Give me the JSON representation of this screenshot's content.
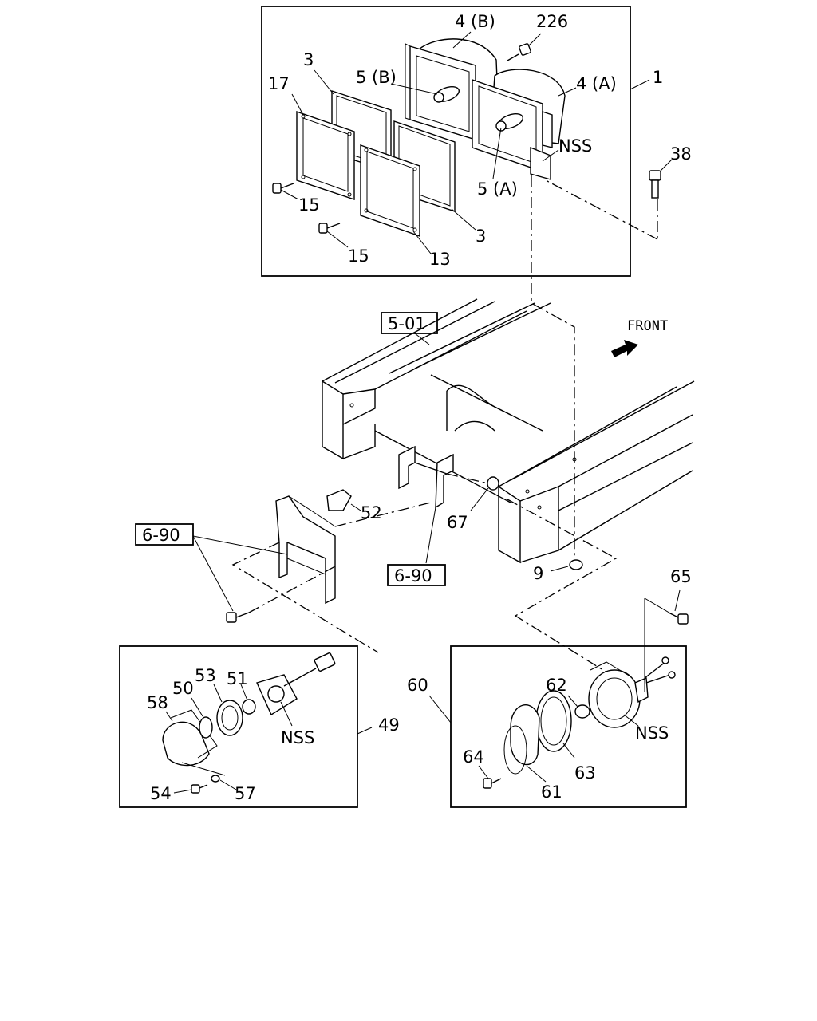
{
  "diagram": {
    "front_label": "FRONT",
    "refs": {
      "frame": "5-01",
      "bracket_left": "6-90",
      "bracket_right": "6-90"
    },
    "callouts": {
      "c1": "1",
      "c3a": "3",
      "c3b": "3",
      "c4a": "4 (A)",
      "c4b": "4 (B)",
      "c5a": "5 (A)",
      "c5b": "5 (B)",
      "c9": "9",
      "c13": "13",
      "c15a": "15",
      "c15b": "15",
      "c17": "17",
      "c38": "38",
      "c49": "49",
      "c50": "50",
      "c51": "51",
      "c52": "52",
      "c53": "53",
      "c54": "54",
      "c57": "57",
      "c58": "58",
      "c60": "60",
      "c61": "61",
      "c62": "62",
      "c63": "63",
      "c64": "64",
      "c65": "65",
      "c67": "67",
      "c226": "226",
      "nss_top": "NSS",
      "nss_left": "NSS",
      "nss_right": "NSS"
    }
  }
}
